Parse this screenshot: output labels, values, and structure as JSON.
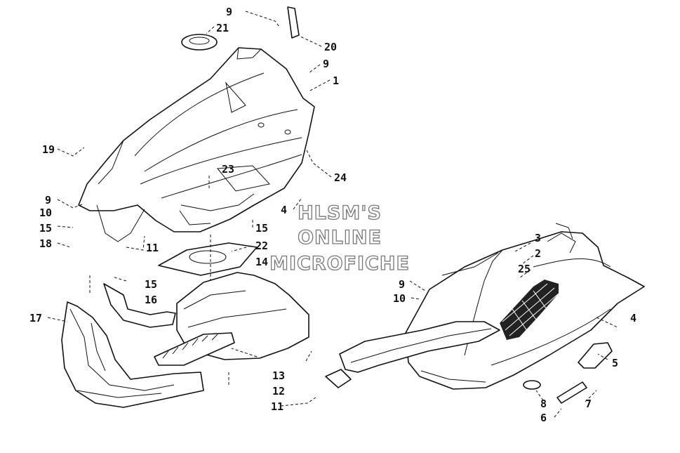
{
  "watermark": {
    "line1": "HLSM'S",
    "line2": "ONLINE",
    "line3": "MICROFICHE"
  },
  "callouts": {
    "c9a": "9",
    "c21": "21",
    "c20": "20",
    "c9b": "9",
    "c1": "1",
    "c19": "19",
    "c23": "23",
    "c24": "24",
    "c9c": "9",
    "c10a": "10",
    "c4a": "4",
    "c15a": "15",
    "c15b": "15",
    "c18": "18",
    "c11a": "11",
    "c22": "22",
    "c14": "14",
    "c15c": "15",
    "c16": "16",
    "c17": "17",
    "c13": "13",
    "c12": "12",
    "c11b": "11",
    "c3": "3",
    "c2": "2",
    "c25": "25",
    "c9d": "9",
    "c10b": "10",
    "c4b": "4",
    "c5": "5",
    "c8": "8",
    "c6": "6",
    "c7": "7"
  }
}
